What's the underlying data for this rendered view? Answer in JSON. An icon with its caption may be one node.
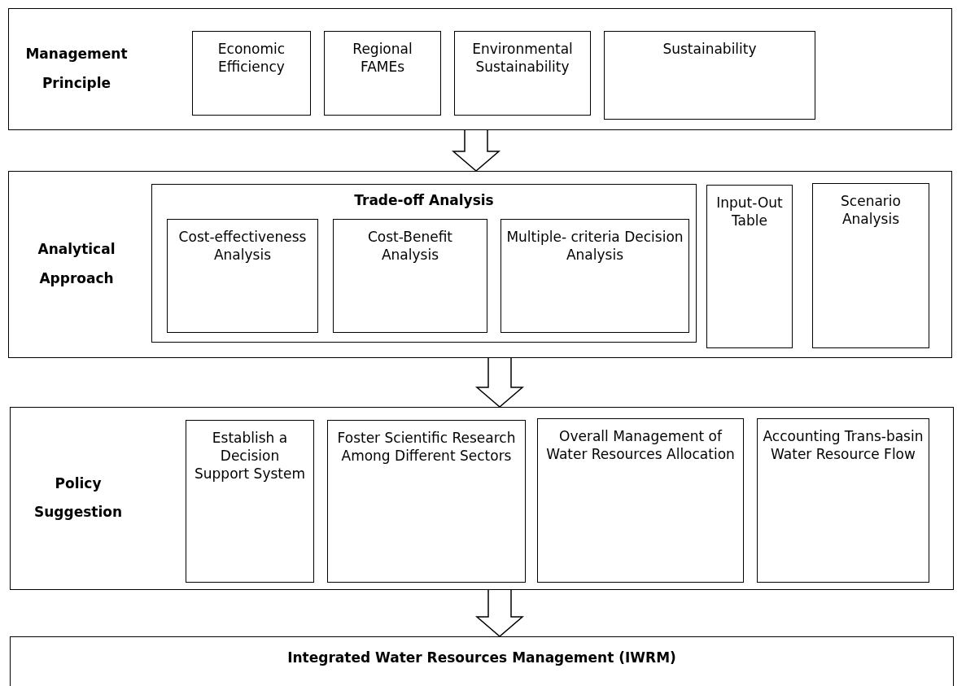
{
  "diagram": {
    "nodes": [
      {
        "text": [
          "Management Principle"
        ]
      },
      {
        "text": [
          "Economic Efficiency"
        ],
        "in": 0
      },
      {
        "text": [
          "Regional FAMEs"
        ],
        "in": 0
      },
      {
        "text": [
          "Environmental Sustainability"
        ],
        "in": 0
      },
      {
        "text": [
          "Sustainability"
        ],
        "in": 0
      },
      {
        "text": [
          "Analytical Approach"
        ]
      },
      {
        "text": [
          "Trade-off Analysis"
        ],
        "in": 5
      },
      {
        "text": [
          "Cost-effectiveness Analysis"
        ],
        "in": 6
      },
      {
        "text": [
          "Cost-Benefit Analysis"
        ],
        "in": 6
      },
      {
        "text": [
          "Multiple- criteria Decision Analysis"
        ],
        "in": 6
      },
      {
        "text": [
          "Input-Out Table"
        ],
        "in": 5
      },
      {
        "text": [
          "Scenario Analysis"
        ],
        "in": 5
      },
      {
        "text": [
          "Policy Suggestion"
        ]
      },
      {
        "text": [
          "Establish a Decision Support System"
        ],
        "in": 12
      },
      {
        "text": [
          "Foster Scientific Research Among Different Sectors"
        ],
        "in": 12
      },
      {
        "text": [
          "Overall Management of Water Resources Allocation"
        ],
        "in": 12
      },
      {
        "text": [
          "Accounting Trans-basin Water Resource Flow"
        ],
        "in": 12
      },
      {
        "text": [
          "Integrated Water Resources Management (IWRM)"
        ]
      }
    ],
    "edges": [
      {
        "from": 0,
        "to": 5,
        "arrow": "to"
      },
      {
        "from": 5,
        "to": 12,
        "arrow": "to"
      },
      {
        "from": 12,
        "to": 17,
        "arrow": "to"
      }
    ]
  }
}
